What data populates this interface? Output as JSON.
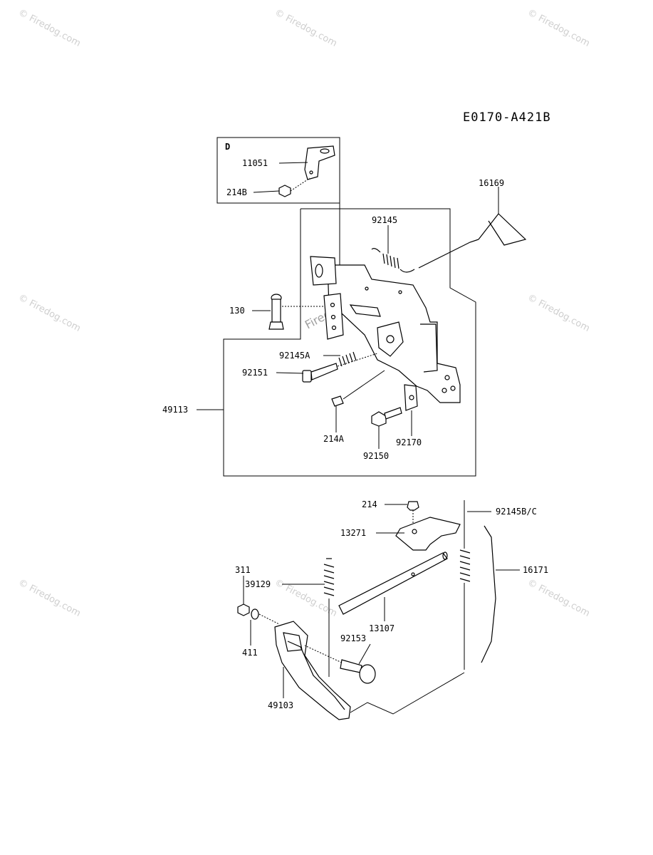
{
  "diagram_code": "E0170-A421B",
  "inset_label": "D",
  "watermark_text": "© Firedog.com",
  "center_watermark": "Firedog.com",
  "part_labels": {
    "p11051": "11051",
    "p214B": "214B",
    "p16169": "16169",
    "p92145": "92145",
    "p130": "130",
    "p92145A": "92145A",
    "p92151": "92151",
    "p49113": "49113",
    "p214A": "214A",
    "p92170": "92170",
    "p92150": "92150",
    "p214": "214",
    "p92145BC": "92145B/C",
    "p13271": "13271",
    "p16171": "16171",
    "p311": "311",
    "p39129": "39129",
    "p13107": "13107",
    "p411": "411",
    "p92153": "92153",
    "p49103": "49103"
  },
  "colors": {
    "line": "#000000",
    "watermark": "#cfcfcf"
  }
}
